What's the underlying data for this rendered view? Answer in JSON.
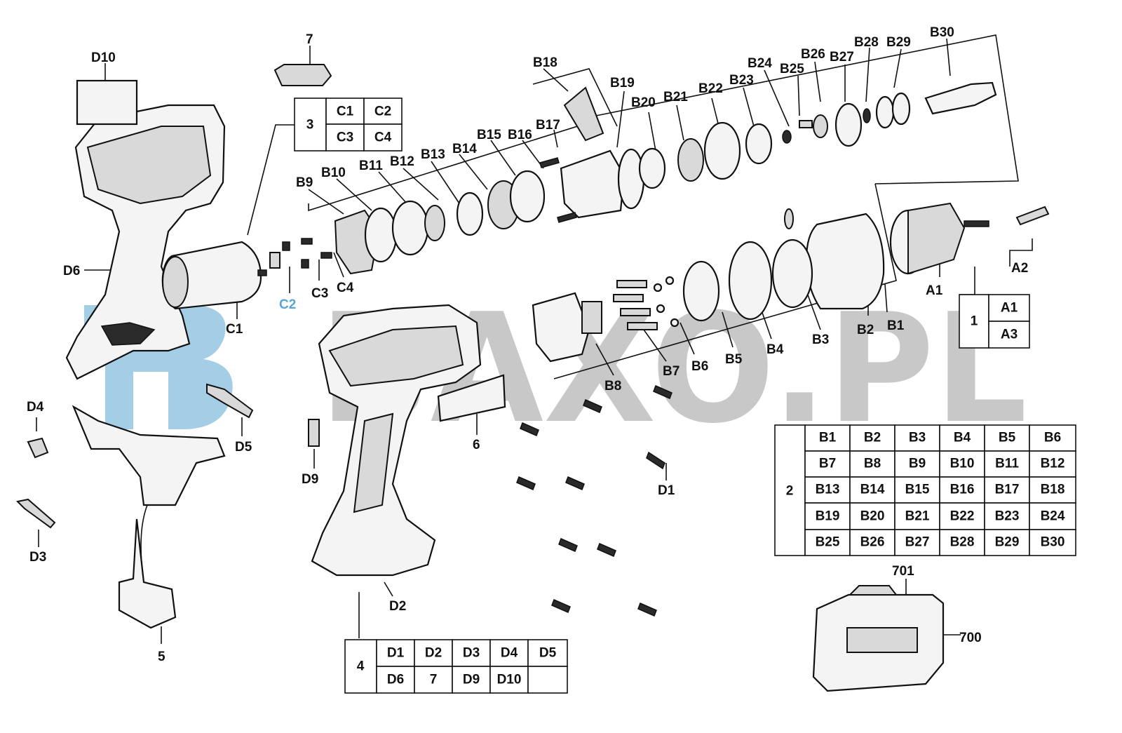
{
  "watermark": {
    "text": "BAXO.PL",
    "logo_color": "#5aa6d2",
    "text_color": "#9a9a9a"
  },
  "callouts": {
    "d10": "D10",
    "n7": "7",
    "d6": "D6",
    "c1": "C1",
    "c2": "C2",
    "c3": "C3",
    "c4": "C4",
    "b9": "B9",
    "b10": "B10",
    "b11": "B11",
    "b12": "B12",
    "b13": "B13",
    "b14": "B14",
    "b15": "B15",
    "b16": "B16",
    "b17": "B17",
    "b18": "B18",
    "b19": "B19",
    "b20": "B20",
    "b21": "B21",
    "b22": "B22",
    "b23": "B23",
    "b24": "B24",
    "b25": "B25",
    "b26": "B26",
    "b27": "B27",
    "b28": "B28",
    "b29": "B29",
    "b30": "B30",
    "a1": "A1",
    "a2": "A2",
    "b1": "B1",
    "b2": "B2",
    "b3": "B3",
    "b4": "B4",
    "b5": "B5",
    "b6": "B6",
    "b7": "B7",
    "b8": "B8",
    "d1": "D1",
    "d2": "D2",
    "d3": "D3",
    "d4": "D4",
    "d5": "D5",
    "d9": "D9",
    "n5": "5",
    "n6": "6",
    "n700": "700",
    "n701": "701"
  },
  "tables": {
    "t3": {
      "group": "3",
      "cells": [
        [
          "C1",
          "C2"
        ],
        [
          "C3",
          "C4"
        ]
      ]
    },
    "t1": {
      "group": "1",
      "cells": [
        [
          "A1"
        ],
        [
          "A3"
        ]
      ]
    },
    "t2": {
      "group": "2",
      "cells": [
        [
          "B1",
          "B2",
          "B3",
          "B4",
          "B5",
          "B6"
        ],
        [
          "B7",
          "B8",
          "B9",
          "B10",
          "B11",
          "B12"
        ],
        [
          "B13",
          "B14",
          "B15",
          "B16",
          "B17",
          "B18"
        ],
        [
          "B19",
          "B20",
          "B21",
          "B22",
          "B23",
          "B24"
        ],
        [
          "B25",
          "B26",
          "B27",
          "B28",
          "B29",
          "B30"
        ]
      ]
    },
    "t4": {
      "group": "4",
      "cells": [
        [
          "D1",
          "D2",
          "D3",
          "D4",
          "D5"
        ],
        [
          "D6",
          "7",
          "D9",
          "D10",
          ""
        ]
      ]
    }
  }
}
